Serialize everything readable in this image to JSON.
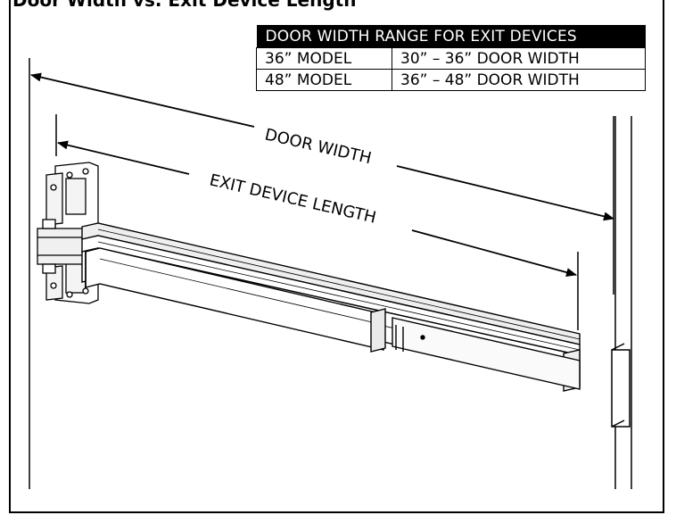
{
  "heading": "Door Width vs. Exit Device Length",
  "table": {
    "title": "DOOR WIDTH RANGE FOR EXIT DEVICES",
    "rows": [
      {
        "model": "36” MODEL",
        "width": "30” – 36” DOOR WIDTH"
      },
      {
        "model": "48” MODEL",
        "width": "36” – 48” DOOR WIDTH"
      }
    ]
  },
  "labels": {
    "door_width": "DOOR WIDTH",
    "exit_device_length": "EXIT DEVICE LENGTH"
  },
  "colors": {
    "line": "#000000",
    "fill": "#ffffff",
    "shade": "#e9e9e9"
  }
}
